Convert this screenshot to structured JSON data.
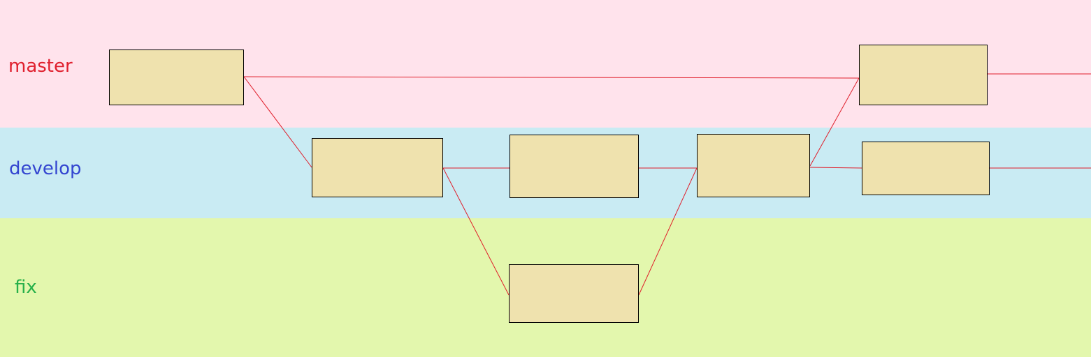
{
  "lanes": {
    "master": {
      "label": "master",
      "background": "#ffe3ec",
      "label_color": "#e0202e"
    },
    "develop": {
      "label": "develop",
      "background": "#c9ebf3",
      "label_color": "#3345d0"
    },
    "fix": {
      "label": "fix",
      "background": "#e3f7ad",
      "label_color": "#27b04a"
    }
  },
  "commit_fill": "#efe2ae",
  "edge_color": "#e01e2a",
  "commits": [
    {
      "id": "c-m1",
      "branch": "master"
    },
    {
      "id": "c-d1",
      "branch": "develop"
    },
    {
      "id": "c-d2",
      "branch": "develop"
    },
    {
      "id": "c-f1",
      "branch": "fix"
    },
    {
      "id": "c-d3",
      "branch": "develop"
    },
    {
      "id": "c-m2",
      "branch": "master"
    },
    {
      "id": "c-d4",
      "branch": "develop"
    }
  ],
  "edges": [
    {
      "from": "c-m1",
      "to": "c-m2"
    },
    {
      "from": "c-m1",
      "to": "c-d1"
    },
    {
      "from": "c-d1",
      "to": "c-d2"
    },
    {
      "from": "c-d1",
      "to": "c-f1"
    },
    {
      "from": "c-d2",
      "to": "c-d3"
    },
    {
      "from": "c-f1",
      "to": "c-d3"
    },
    {
      "from": "c-d3",
      "to": "c-m2"
    },
    {
      "from": "c-d3",
      "to": "c-d4"
    },
    {
      "from": "c-m2",
      "to": "continues"
    },
    {
      "from": "c-d4",
      "to": "continues"
    }
  ]
}
